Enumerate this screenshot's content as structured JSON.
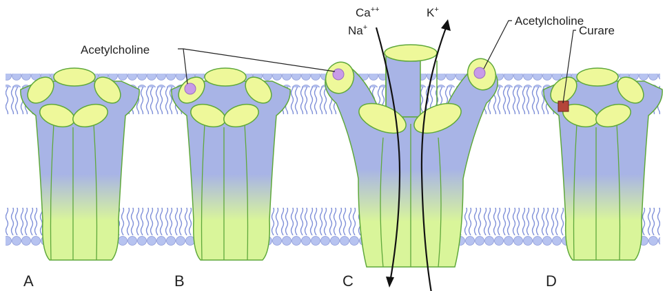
{
  "labels": {
    "acetylcholine_left": "Acetylcholine",
    "acetylcholine_right": "Acetylcholine",
    "curare": "Curare",
    "ion_ca": "Ca",
    "ion_ca_charge": "++",
    "ion_na": "Na",
    "ion_na_charge": "+",
    "ion_k": "K",
    "ion_k_charge": "+"
  },
  "panels": [
    "A",
    "B",
    "C",
    "D"
  ],
  "colors": {
    "protein_blue": "#a8b4e6",
    "protein_green": "#d9f59a",
    "subunit_top": "#eef89a",
    "outline": "#5ea83a",
    "lipid_head": "#b7c3f0",
    "lipid_tail": "#7e8fd8",
    "acetylcholine": "#c89be8",
    "curare": "#b5453a"
  }
}
